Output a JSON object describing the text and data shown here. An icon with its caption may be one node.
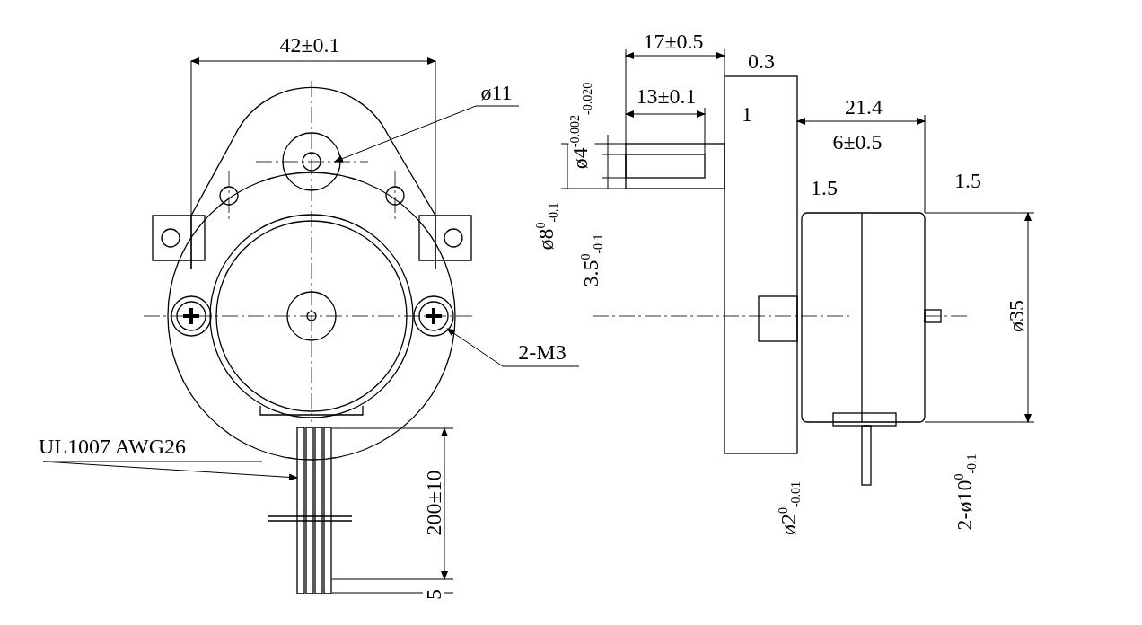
{
  "diagram": {
    "nodes": [
      {
        "text": [
          "ø11"
        ]
      },
      {
        "text": [
          "2-M3"
        ]
      },
      {
        "text": [
          "UL1007 AWG26"
        ]
      }
    ],
    "edges": [
      {
        "from": 0,
        "to": null,
        "arrow": "to"
      },
      {
        "from": 1,
        "to": null,
        "arrow": "to"
      },
      {
        "from": 2,
        "to": null,
        "arrow": "to"
      }
    ],
    "labels": [
      "42±0.1",
      "200±10",
      "5",
      "17±0.5",
      "0.3",
      "13±0.1",
      "1",
      "ø4$^{-0.002}$$_{-0.020}$",
      "21.4",
      "6±0.5",
      "1.5",
      "1.5",
      "ø8$^{0}$$_{-0.1}$",
      "3.5$^{0}$$_{-0.1}$",
      "ø35",
      "ø2$^{0}$$_{-0.01}$",
      "2-ø10$^{0}$$_{-0.1}$"
    ]
  }
}
